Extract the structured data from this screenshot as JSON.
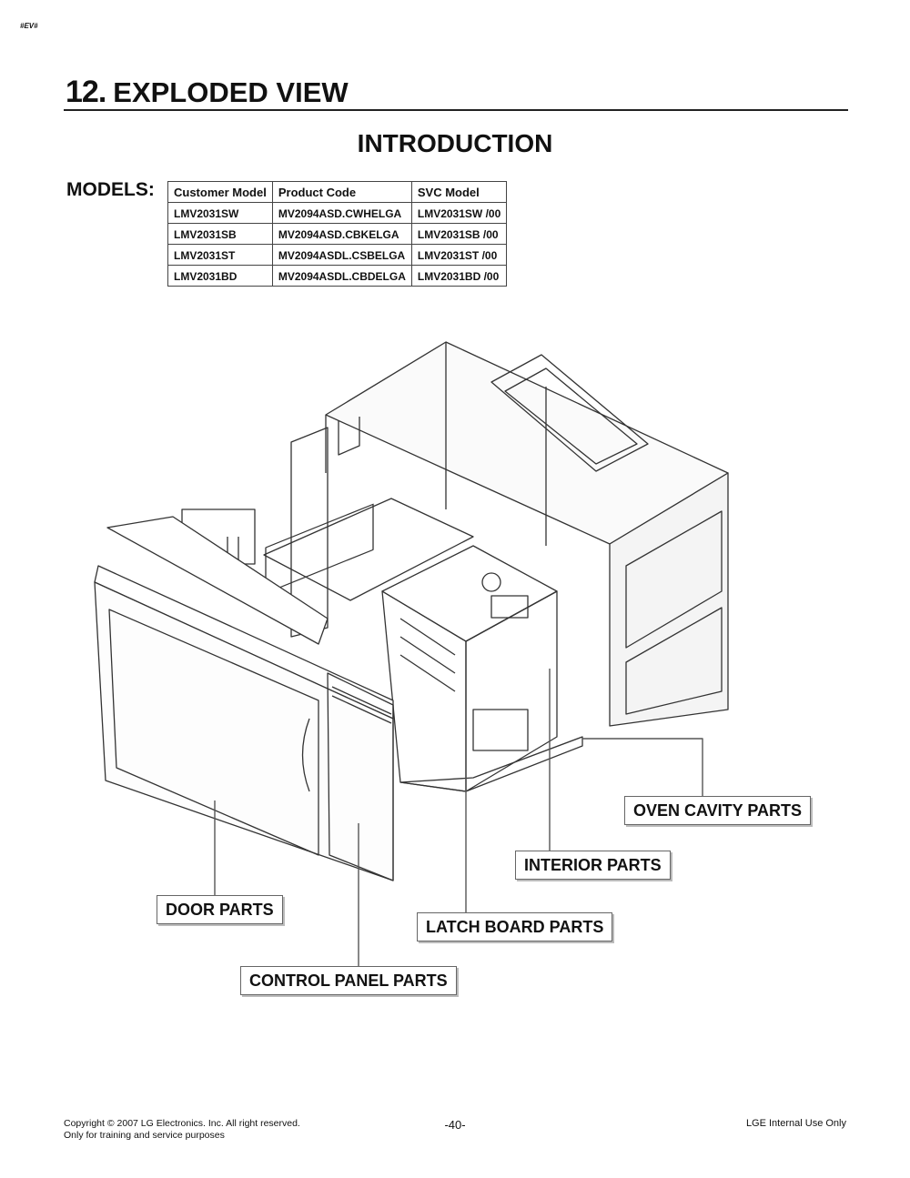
{
  "corner_code": "#EV#",
  "section": {
    "number": "12.",
    "title": "EXPLODED VIEW"
  },
  "intro_heading": "INTRODUCTION",
  "models_label": "MODELS:",
  "models_table": {
    "headers": [
      "Customer Model",
      "Product Code",
      "SVC Model"
    ],
    "rows": [
      [
        "LMV2031SW",
        "MV2094ASD.CWHELGA",
        "LMV2031SW /00"
      ],
      [
        "LMV2031SB",
        "MV2094ASD.CBKELGA",
        "LMV2031SB /00"
      ],
      [
        "LMV2031ST",
        "MV2094ASDL.CSBELGA",
        "LMV2031ST /00"
      ],
      [
        "LMV2031BD",
        "MV2094ASDL.CBDELGA",
        "LMV2031BD /00"
      ]
    ]
  },
  "callouts": {
    "oven_cavity": "OVEN CAVITY PARTS",
    "interior": "INTERIOR PARTS",
    "door": "DOOR PARTS",
    "latch_board": "LATCH BOARD PARTS",
    "control_panel": "CONTROL PANEL PARTS"
  },
  "footer": {
    "copyright": "Copyright © 2007 LG Electronics. Inc. All right reserved.",
    "training": "Only for training and service purposes",
    "page": "-40-",
    "internal": "LGE Internal Use Only"
  }
}
